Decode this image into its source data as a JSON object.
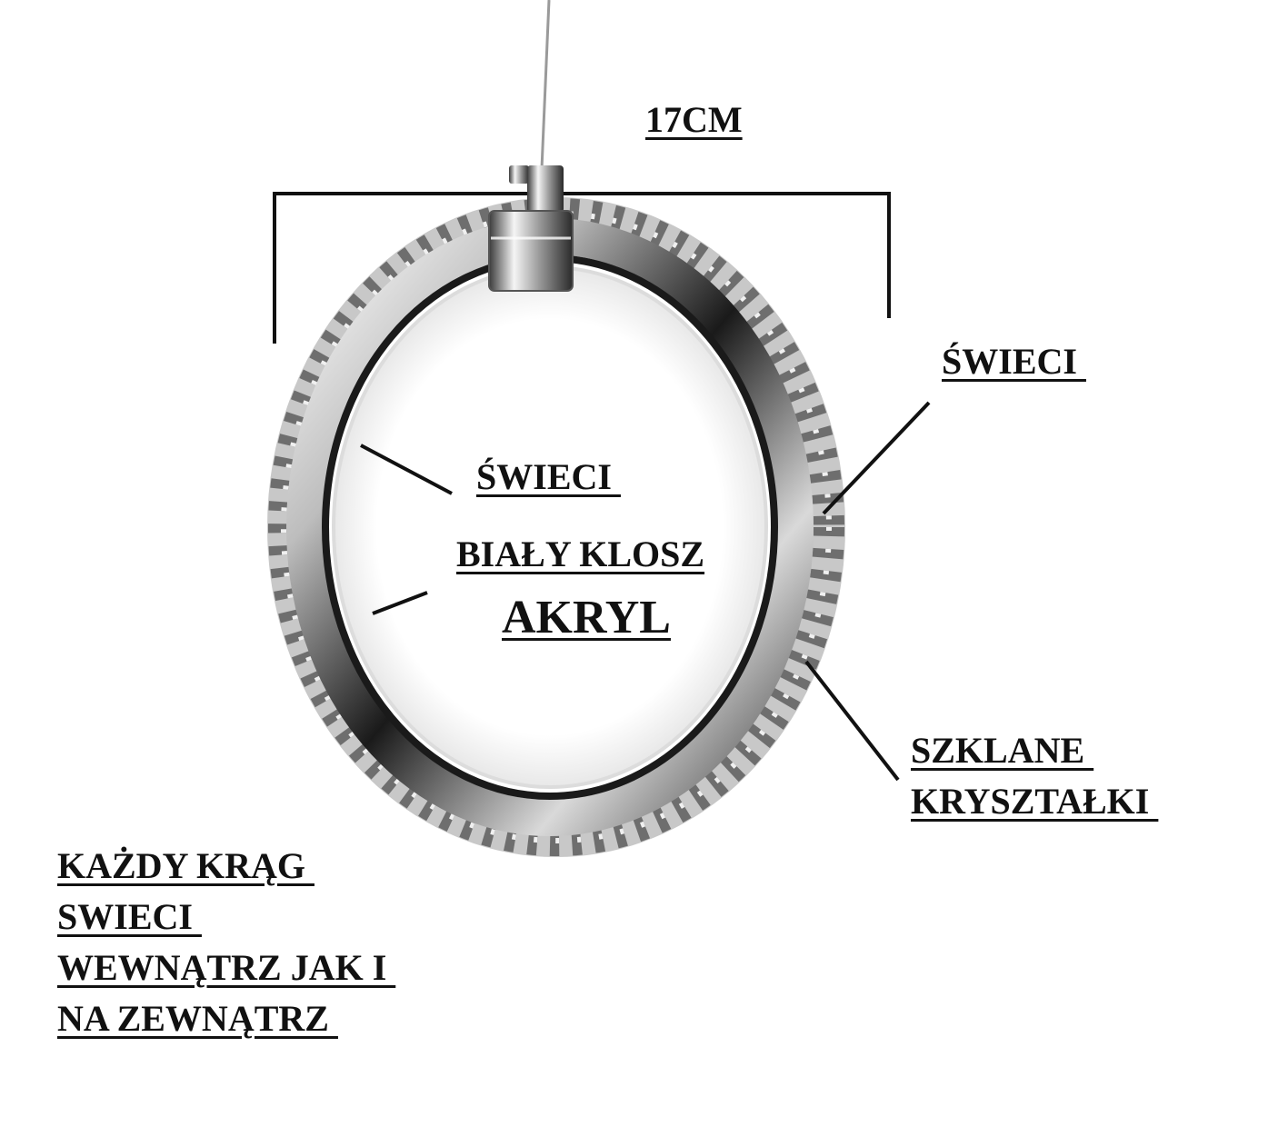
{
  "dimension_label": "17CM",
  "annotations": {
    "outer_glow": "ŚWIECI ",
    "inner_glow": "ŚWIECI ",
    "diffuser_line1": "BIAŁY KLOSZ",
    "diffuser_line2": "AKRYL",
    "crystals_line1": "SZKLANE ",
    "crystals_line2": "KRYSZTAŁKI ",
    "note_line1": "KAŻDY KRĄG ",
    "note_line2": "SWIECI ",
    "note_line3": "WEWNĄTRZ JAK I ",
    "note_line4": "NA ZEWNĄTRZ "
  },
  "colors": {
    "ink": "#111111",
    "chrome_dark": "#2a2a2a",
    "chrome_light": "#f2f2f2",
    "crystal": "#8a8a8a"
  }
}
